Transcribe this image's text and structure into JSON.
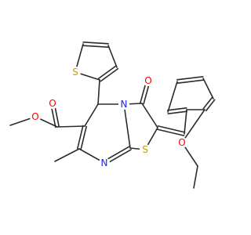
{
  "colors": {
    "bond": "#2b2b2b",
    "oxygen": "#ff0000",
    "sulfur": "#c8a000",
    "nitrogen": "#2020ff",
    "background": "#ffffff"
  },
  "atom_labels": {
    "o_carbonyl_ester": "O",
    "o_ester": "O",
    "s_thiophene": "S",
    "o_keto": "O",
    "n_ring_junction": "N",
    "n_imine": "N",
    "s_thiazole": "S",
    "o_ether": "O"
  }
}
